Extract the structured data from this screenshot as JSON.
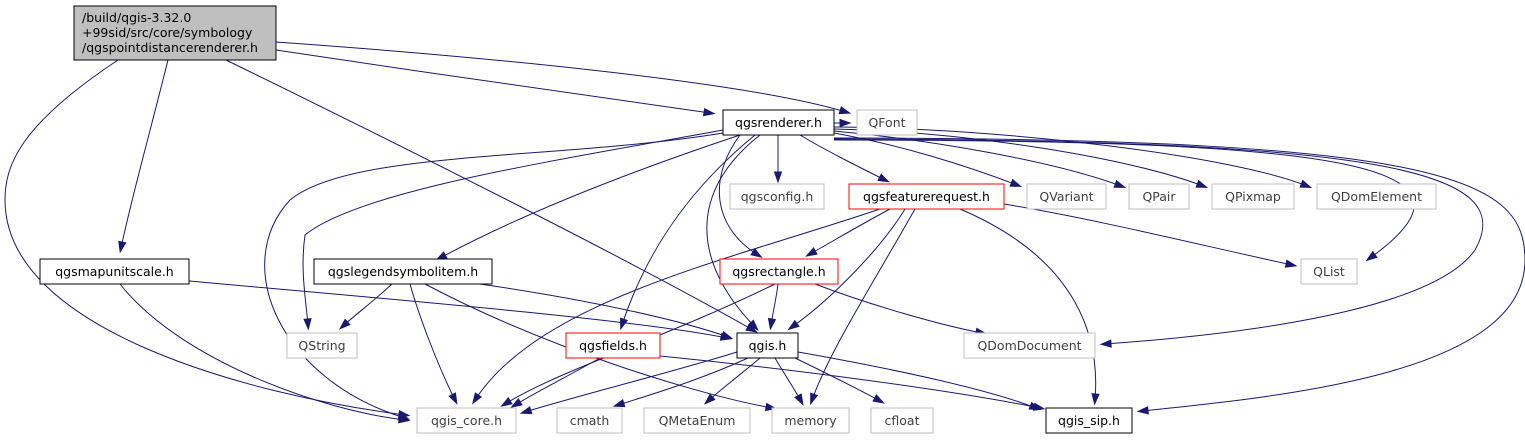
{
  "diagram": {
    "colors": {
      "edge": "#191970",
      "root_fill": "#bfbfbf",
      "root_border": "#000000",
      "documented_border": "#000000",
      "incomplete_border": "#ff0000",
      "external_border": "#bfbfbf",
      "external_text": "#404040",
      "text": "#000000"
    },
    "nodes": [
      {
        "id": "root",
        "lines": [
          "/build/qgis-3.32.0",
          "+99sid/src/core/symbology",
          "/qgspointdistancerenderer.h"
        ],
        "kind": "root"
      },
      {
        "id": "qgsrenderer",
        "lines": [
          "qgsrenderer.h"
        ],
        "kind": "documented"
      },
      {
        "id": "qfont",
        "lines": [
          "QFont"
        ],
        "kind": "external"
      },
      {
        "id": "qgsconfig",
        "lines": [
          "qgsconfig.h"
        ],
        "kind": "external"
      },
      {
        "id": "qgsfeaturerequest",
        "lines": [
          "qgsfeaturerequest.h"
        ],
        "kind": "incomplete"
      },
      {
        "id": "qvariant",
        "lines": [
          "QVariant"
        ],
        "kind": "external"
      },
      {
        "id": "qpair",
        "lines": [
          "QPair"
        ],
        "kind": "external"
      },
      {
        "id": "qpixmap",
        "lines": [
          "QPixmap"
        ],
        "kind": "external"
      },
      {
        "id": "qdomelement",
        "lines": [
          "QDomElement"
        ],
        "kind": "external"
      },
      {
        "id": "qgsmapunitscale",
        "lines": [
          "qgsmapunitscale.h"
        ],
        "kind": "documented"
      },
      {
        "id": "qgslegendsymbolitem",
        "lines": [
          "qgslegendsymbolitem.h"
        ],
        "kind": "documented"
      },
      {
        "id": "qgsrectangle",
        "lines": [
          "qgsrectangle.h"
        ],
        "kind": "incomplete"
      },
      {
        "id": "qlist",
        "lines": [
          "QList"
        ],
        "kind": "external"
      },
      {
        "id": "qstring",
        "lines": [
          "QString"
        ],
        "kind": "external"
      },
      {
        "id": "qgsfields",
        "lines": [
          "qgsfields.h"
        ],
        "kind": "incomplete"
      },
      {
        "id": "qgis",
        "lines": [
          "qgis.h"
        ],
        "kind": "documented"
      },
      {
        "id": "qdomdocument",
        "lines": [
          "QDomDocument"
        ],
        "kind": "external"
      },
      {
        "id": "qgis_core",
        "lines": [
          "qgis_core.h"
        ],
        "kind": "external"
      },
      {
        "id": "cmath",
        "lines": [
          "cmath"
        ],
        "kind": "external"
      },
      {
        "id": "qmetaenum",
        "lines": [
          "QMetaEnum"
        ],
        "kind": "external"
      },
      {
        "id": "memory",
        "lines": [
          "memory"
        ],
        "kind": "external"
      },
      {
        "id": "cfloat",
        "lines": [
          "cfloat"
        ],
        "kind": "external"
      },
      {
        "id": "qgis_sip",
        "lines": [
          "qgis_sip.h"
        ],
        "kind": "documented"
      }
    ],
    "edges": [
      {
        "from": "root",
        "to": "qgis_core"
      },
      {
        "from": "root",
        "to": "qgsmapunitscale"
      },
      {
        "from": "root",
        "to": "qgis"
      },
      {
        "from": "root",
        "to": "qgsrenderer"
      },
      {
        "from": "root",
        "to": "qfont"
      },
      {
        "from": "qgsrenderer",
        "to": "qfont"
      },
      {
        "from": "qgsrenderer",
        "to": "qgsconfig"
      },
      {
        "from": "qgsrenderer",
        "to": "qgsfeaturerequest"
      },
      {
        "from": "qgsrenderer",
        "to": "qvariant"
      },
      {
        "from": "qgsrenderer",
        "to": "qpair"
      },
      {
        "from": "qgsrenderer",
        "to": "qpixmap"
      },
      {
        "from": "qgsrenderer",
        "to": "qdomelement"
      },
      {
        "from": "qgsrenderer",
        "to": "qlist"
      },
      {
        "from": "qgsrenderer",
        "to": "qdomdocument"
      },
      {
        "from": "qgsrenderer",
        "to": "qgis_sip"
      },
      {
        "from": "qgsrenderer",
        "to": "qgslegendsymbolitem"
      },
      {
        "from": "qgsrenderer",
        "to": "qstring"
      },
      {
        "from": "qgsrenderer",
        "to": "qgis_core"
      },
      {
        "from": "qgsrenderer",
        "to": "qgsfields"
      },
      {
        "from": "qgsrenderer",
        "to": "qgsrectangle"
      },
      {
        "from": "qgsrenderer",
        "to": "qgis"
      },
      {
        "from": "qgsfeaturerequest",
        "to": "qgsrectangle"
      },
      {
        "from": "qgsfeaturerequest",
        "to": "qlist"
      },
      {
        "from": "qgsfeaturerequest",
        "to": "qgis"
      },
      {
        "from": "qgsfeaturerequest",
        "to": "qgis_core"
      },
      {
        "from": "qgsfeaturerequest",
        "to": "memory"
      },
      {
        "from": "qgsfeaturerequest",
        "to": "qgis_sip"
      },
      {
        "from": "qgsmapunitscale",
        "to": "qgis_core"
      },
      {
        "from": "qgsmapunitscale",
        "to": "qgis"
      },
      {
        "from": "qgslegendsymbolitem",
        "to": "qstring"
      },
      {
        "from": "qgslegendsymbolitem",
        "to": "qgis_core"
      },
      {
        "from": "qgslegendsymbolitem",
        "to": "qgis"
      },
      {
        "from": "qgslegendsymbolitem",
        "to": "memory"
      },
      {
        "from": "qgsrectangle",
        "to": "qgis"
      },
      {
        "from": "qgsrectangle",
        "to": "qdomdocument"
      },
      {
        "from": "qgsrectangle",
        "to": "qgis_core"
      },
      {
        "from": "qgsfields",
        "to": "qgis_core"
      },
      {
        "from": "qgsfields",
        "to": "qgis_sip"
      },
      {
        "from": "qgis",
        "to": "qgis_core"
      },
      {
        "from": "qgis",
        "to": "cmath"
      },
      {
        "from": "qgis",
        "to": "qmetaenum"
      },
      {
        "from": "qgis",
        "to": "memory"
      },
      {
        "from": "qgis",
        "to": "cfloat"
      },
      {
        "from": "qgis",
        "to": "qgis_sip"
      }
    ]
  }
}
